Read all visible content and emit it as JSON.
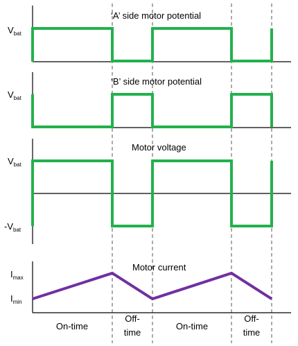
{
  "colors": {
    "potential_waveform": "#22b14c",
    "current_waveform": "#7030a0",
    "axes": "#000000",
    "phase_divider": "#555555"
  },
  "panels": {
    "a_side": {
      "title": "‘A’ side motor potential",
      "ylabel_main": "V",
      "ylabel_sub": "bat"
    },
    "b_side": {
      "title": "‘B’ side motor potential",
      "ylabel_main": "V",
      "ylabel_sub": "bat"
    },
    "motor_voltage": {
      "title": "Motor voltage",
      "ylabel_top_main": "V",
      "ylabel_top_sub": "bat",
      "ylabel_bottom_main": "-V",
      "ylabel_bottom_sub": "bat"
    },
    "motor_current": {
      "title": "Motor current",
      "ylabel_max_main": "I",
      "ylabel_max_sub": "max",
      "ylabel_min_main": "I",
      "ylabel_min_sub": "min"
    }
  },
  "phases": {
    "on1": "On-time",
    "off1_line1": "Off-",
    "off1_line2": "time",
    "on2": "On-time",
    "off2_line1": "Off-",
    "off2_line2": "time"
  }
}
